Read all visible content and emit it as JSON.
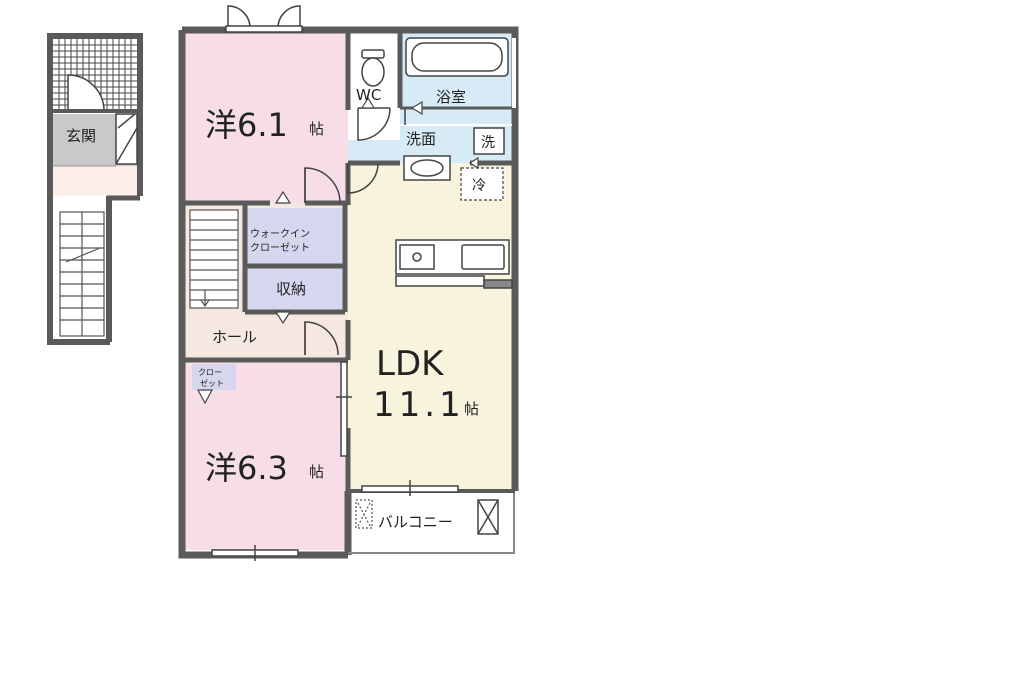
{
  "rooms": {
    "entrance": "玄関",
    "western_room_1": {
      "name": "洋6.1",
      "unit": "帖"
    },
    "western_room_2": {
      "name": "洋6.3",
      "unit": "帖"
    },
    "walk_in_closet": {
      "line1": "ウォークイン",
      "line2": "クローゼット"
    },
    "storage": "収納",
    "hall": "ホール",
    "closet": {
      "line1": "クロー",
      "line2": "ゼット"
    },
    "ldk": {
      "name": "LDK",
      "size": "11.1",
      "unit": "帖"
    },
    "toilet": "WC",
    "bathroom": "浴室",
    "washroom": "洗面",
    "washer": "洗",
    "fridge": "冷",
    "balcony": "バルコニー"
  },
  "colors": {
    "wall": "#5a5a5a",
    "western_room": "#f6dde7",
    "ldk": "#f7f3dc",
    "wet_area": "#d6ebf5",
    "storage": "#d7d6ef",
    "hall": "#f4e8e1",
    "entrance": "#c9c9c9",
    "balcony": "#ffffff"
  }
}
